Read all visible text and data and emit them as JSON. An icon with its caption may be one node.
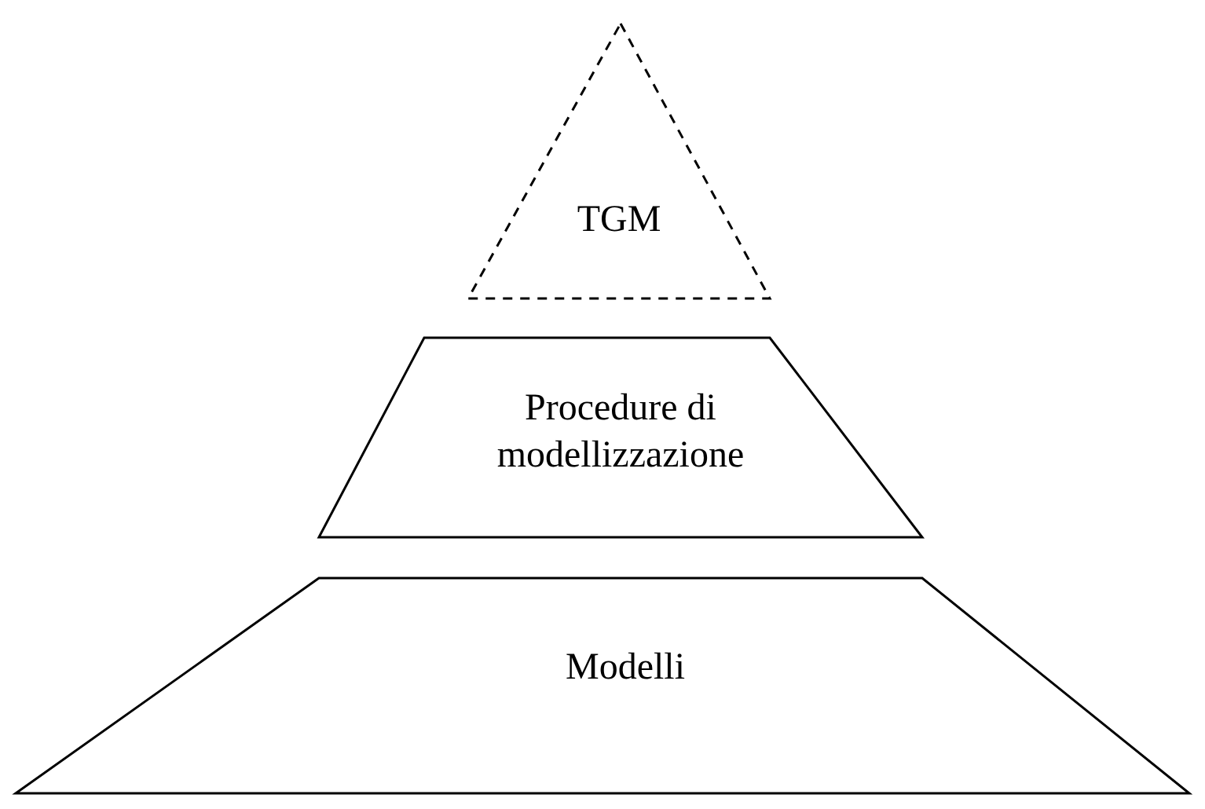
{
  "diagram": {
    "nodes": [
      {
        "text": [
          "TGM"
        ]
      },
      {
        "text": [
          "Procedure di modellizzazione"
        ]
      },
      {
        "text": [
          "Modelli"
        ]
      }
    ]
  }
}
